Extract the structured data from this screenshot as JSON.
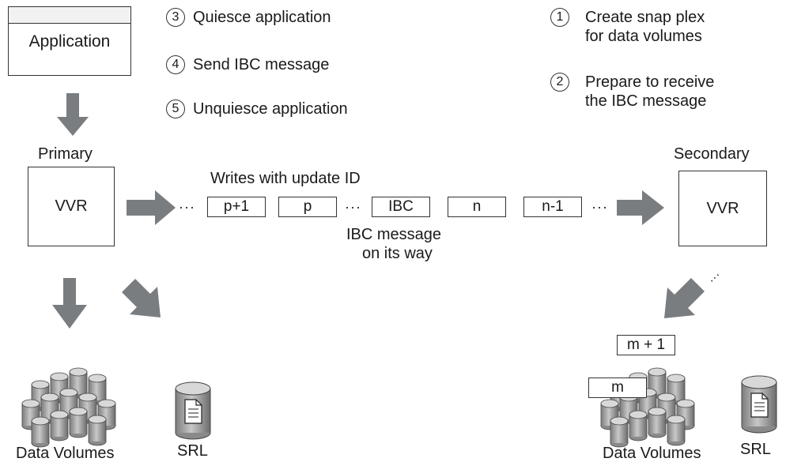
{
  "application": {
    "label": "Application"
  },
  "primary": {
    "title": "Primary",
    "vvr_label": "VVR"
  },
  "secondary": {
    "title": "Secondary",
    "vvr_label": "VVR"
  },
  "steps_primary": [
    {
      "num": "3",
      "text": "Quiesce application"
    },
    {
      "num": "4",
      "text": "Send IBC message"
    },
    {
      "num": "5",
      "text": "Unquiesce application"
    }
  ],
  "steps_secondary": [
    {
      "num": "1",
      "text_line1": "Create snap plex",
      "text_line2": "for data volumes"
    },
    {
      "num": "2",
      "text_line1": "Prepare to receive",
      "text_line2": "the IBC message"
    }
  ],
  "writes": {
    "caption": "Writes with update ID",
    "ellipsis": "···",
    "updates": [
      "p+1",
      "p",
      "IBC",
      "n",
      "n-1"
    ]
  },
  "ibc_note": {
    "line1": "IBC message",
    "line2": "on its way"
  },
  "secondary_updates": {
    "m_plus_1": "m + 1",
    "m": "m"
  },
  "storage": {
    "data_volumes_primary": "Data Volumes",
    "srl_primary": "SRL",
    "data_volumes_secondary": "Data Volumes",
    "srl_secondary": "SRL"
  },
  "colors": {
    "arrow": "#7a7d80",
    "cylinder": "#9c9c9c",
    "cylinder_top": "#cfcfcf",
    "border": "#333333"
  }
}
